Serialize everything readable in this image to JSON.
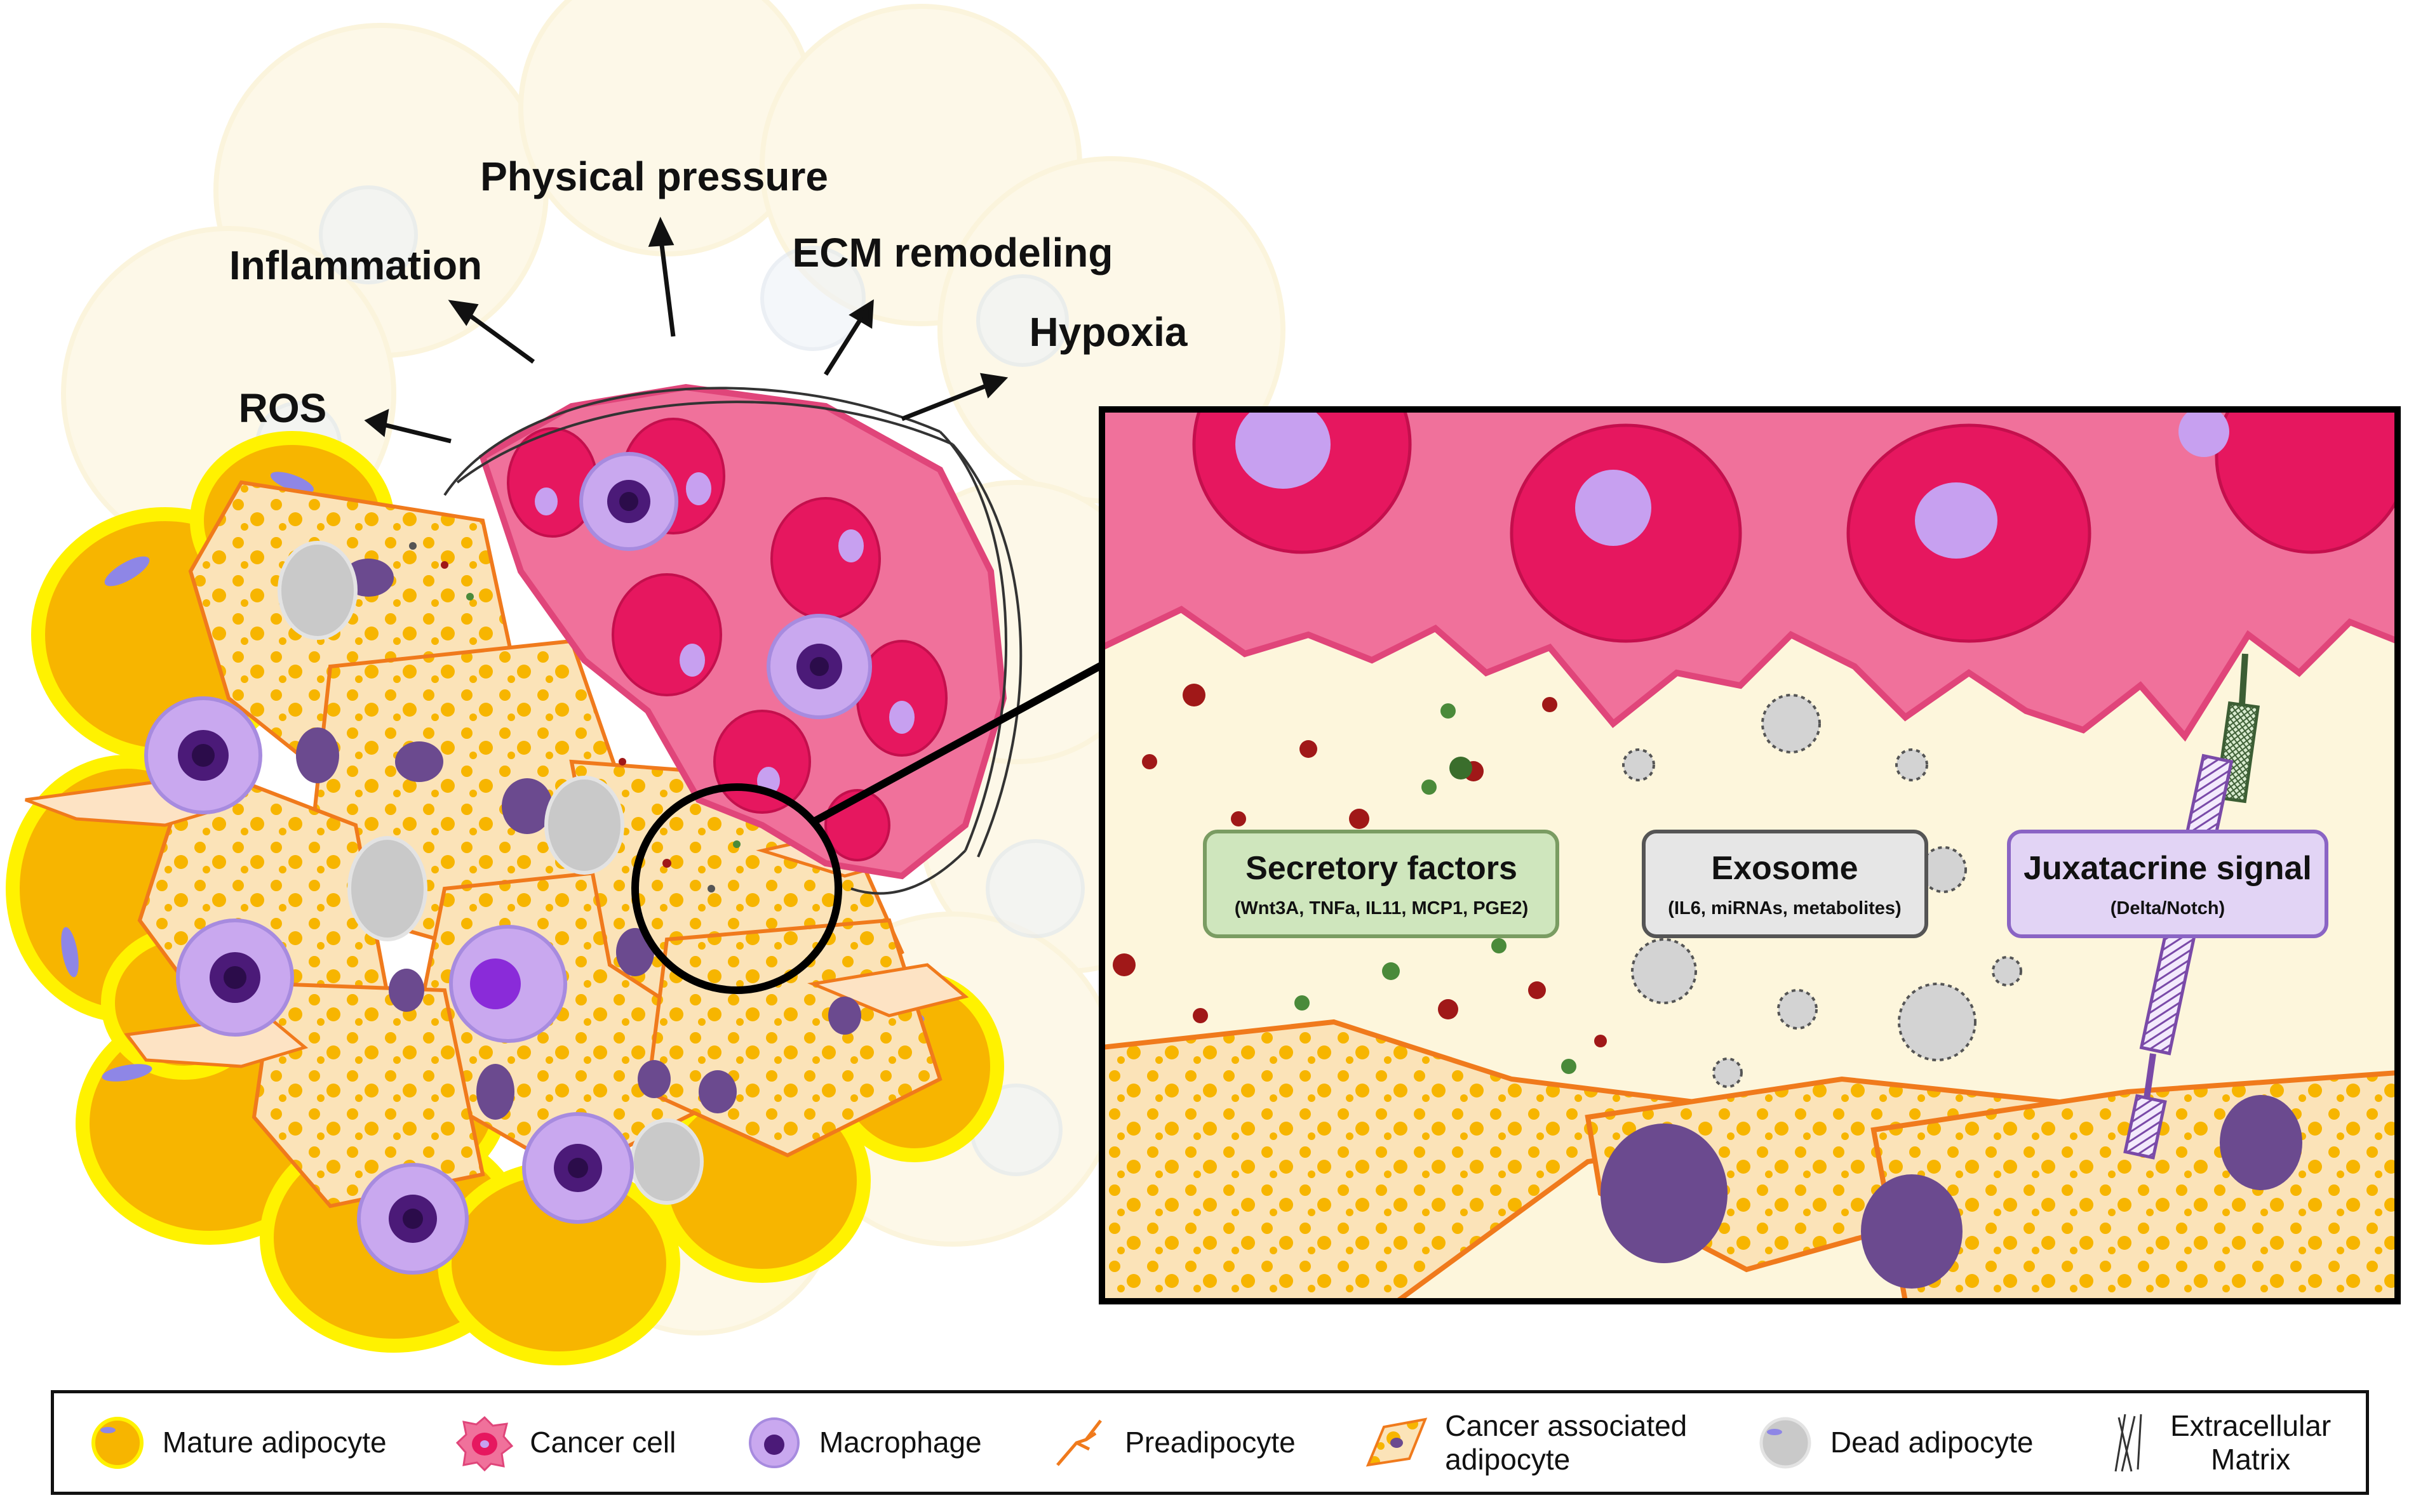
{
  "effects": {
    "physical_pressure": "Physical pressure",
    "inflammation": "Inflammation",
    "ecm_remodeling": "ECM remodeling",
    "hypoxia": "Hypoxia",
    "ros": "ROS"
  },
  "signals": {
    "secretory": {
      "title": "Secretory factors",
      "detail": "(Wnt3A, TNFa, IL11, MCP1, PGE2)"
    },
    "exosome": {
      "title": "Exosome",
      "detail": "(IL6, miRNAs, metabolites)"
    },
    "juxtacrine": {
      "title": "Juxatacrine signal",
      "detail": "(Delta/Notch)"
    }
  },
  "legend": {
    "mature_adipocyte": "Mature adipocyte",
    "cancer_cell": "Cancer cell",
    "macrophage": "Macrophage",
    "preadipocyte": "Preadipocyte",
    "caa_line1": "Cancer associated",
    "caa_line2": "adipocyte",
    "dead_adipocyte": "Dead adipocyte",
    "ecm_line1": "Extracellular",
    "ecm_line2": "Matrix"
  },
  "colors": {
    "adipocyte": "#f7b500",
    "adipocyte_rim": "#fff200",
    "cancer": "#f0719b",
    "cancer_nucleus": "#e6175f",
    "nucleolus": "#c7a0f0",
    "macrophage": "#c9a8ef",
    "caa_fill": "#fbe0b5",
    "caa_line": "#f07a1c",
    "nucleus_purple": "#6b4a8f",
    "green_box": "#cfe6bd",
    "grey_box": "#e6e6e6",
    "purple_box": "#e2d4f5"
  }
}
